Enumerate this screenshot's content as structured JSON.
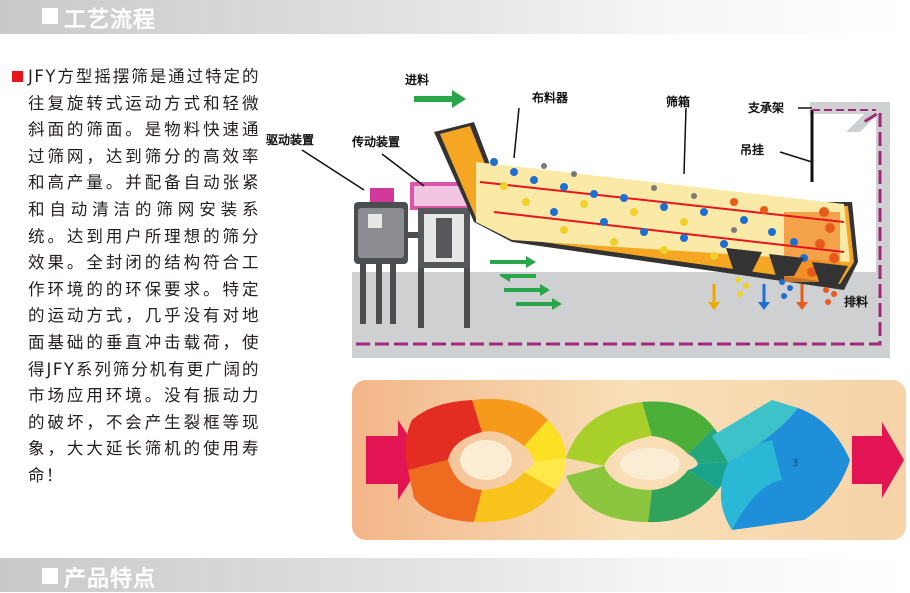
{
  "sections": {
    "process_title": "工艺流程",
    "features_title": "产品特点"
  },
  "description": {
    "text": "JFY方型摇摆筛是通过特定的往复旋转式运动方式和轻微斜面的筛面。是物料快速通过筛网，达到筛分的高效率和高产量。并配备自动张紧和自动清洁的筛网安装系统。达到用户所理想的筛分效果。全封闭的结构符合工作环境的的环保要求。特定的运动方式，几乎没有对地面基础的垂直冲击载荷，使得JFY系列筛分机有更广阔的市场应用环境。没有振动力的破坏，不会产生裂框等现象，大大延长筛机的使用寿命！"
  },
  "diagram": {
    "labels": {
      "feed": "进料",
      "distributor": "布料器",
      "screen_box": "筛箱",
      "support_frame": "支承架",
      "drive_device": "驱动装置",
      "transmission_device": "传动装置",
      "hanger": "吊挂",
      "discharge": "排料"
    },
    "flow_chart_marker": "3"
  },
  "colors": {
    "accent_red": "#e8141c",
    "frame_gray": "#cfd0d2",
    "frame_purple": "#a0277a",
    "screen_orange": "#f5a623"
  }
}
